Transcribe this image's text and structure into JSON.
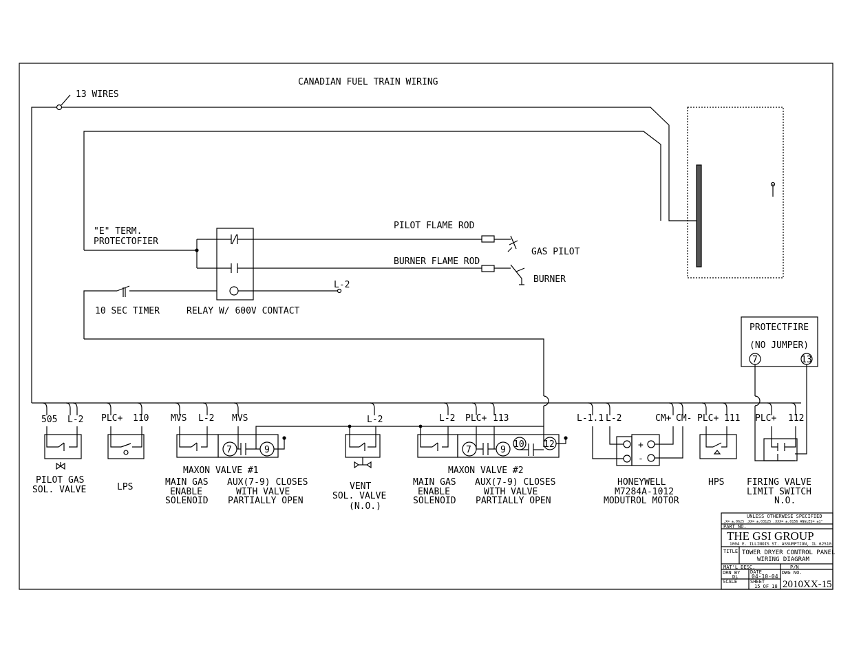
{
  "title": "CANADIAN FUEL TRAIN WIRING",
  "cable_note": "13 WIRES",
  "labels": {
    "e_term_1": "\"E\" TERM.",
    "e_term_2": "PROTECTOFIER",
    "pilot_flame_rod": "PILOT FLAME ROD",
    "burner_flame_rod": "BURNER FLAME ROD",
    "gas_pilot": "GAS PILOT",
    "burner": "BURNER",
    "l2_relay": "L-2",
    "timer": "10 SEC TIMER",
    "relay": "RELAY W/ 600V CONTACT",
    "protectfire": "PROTECTFIRE",
    "no_jumper": "(NO JUMPER)",
    "pf_term_7": "7",
    "pf_term_13": "13"
  },
  "terminals": {
    "t505": "505",
    "t_l2_a": "L-2",
    "t_plc_a": "PLC+",
    "t110": "110",
    "t_mvs_a": "MVS",
    "t_l2_b": "L-2",
    "t_mvs_b": "MVS",
    "t_l2_c": "L-2",
    "t_l2_d": "L-2",
    "t_plc_b": "PLC+",
    "t113": "113",
    "t_l11": "L-1.1",
    "t_l2_e": "L-2",
    "t_cmp": "CM+",
    "t_cmm": "CM-",
    "t_plc_c": "PLC+",
    "t111": "111",
    "t_plc_d": "PLC+",
    "t112": "112"
  },
  "circles": {
    "v1_7": "7",
    "v1_9": "9",
    "v2_7": "7",
    "v2_9": "9",
    "v2_10": "10",
    "v2_12": "12"
  },
  "motor_signs": {
    "plus": "+",
    "minus": "-"
  },
  "components": {
    "pilot_1": "PILOT GAS",
    "pilot_2": "SOL. VALVE",
    "lps": "LPS",
    "maxon1": "MAXON VALVE #1",
    "m1_main_1": "MAIN GAS",
    "m1_main_2": "ENABLE",
    "m1_main_3": "SOLENOID",
    "m1_aux_1": "AUX(7-9) CLOSES",
    "m1_aux_2": "WITH VALVE",
    "m1_aux_3": "PARTIALLY OPEN",
    "vent_1": "VENT",
    "vent_2": "SOL. VALVE",
    "vent_3": "(N.O.)",
    "maxon2": "MAXON VALVE #2",
    "m2_main_1": "MAIN GAS",
    "m2_main_2": "ENABLE",
    "m2_main_3": "SOLENOID",
    "m2_aux_1": "AUX(7-9) CLOSES",
    "m2_aux_2": "WITH VALVE",
    "m2_aux_3": "PARTIALLY OPEN",
    "hw_1": "HONEYWELL",
    "hw_2": "M7284A-1012",
    "hw_3": "MODUTROL MOTOR",
    "hps": "HPS",
    "firing_1": "FIRING VALVE",
    "firing_2": "LIMIT SWITCH",
    "firing_3": "N.O."
  },
  "title_block": {
    "tolerance_1": "UNLESS OTHERWISE SPECIFIED",
    "tolerance_2": ".X= ±.0625  .XX= ±.03125  .XXX= ±.0156  ANGLES= ±1°",
    "part_no": "PART NO.",
    "company": "THE GSI GROUP",
    "address": "1004 E. ILLINOIS ST. ASSUMPTION, IL 62510",
    "title_label": "TITLE",
    "title_1": "TOWER DRYER CONTROL PANEL",
    "title_2": "WIRING DIAGRAM",
    "matl": "MAT'L DESC.",
    "pn": "P/N",
    "drn_by": "DRN BY",
    "drn_by_val": "DL",
    "date_label": "DATE",
    "date_val": "04-10-04",
    "dwg_no_label": "DWG NO.",
    "scale": "SCALE",
    "sheet_label": "SHEET",
    "sheet_val": "15 OF 18",
    "dwg_no": "2010XX-15"
  }
}
